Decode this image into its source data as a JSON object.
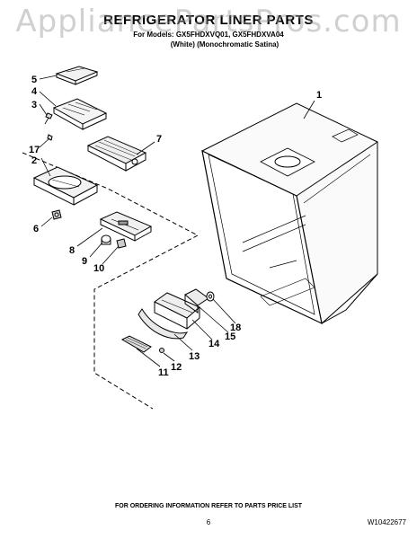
{
  "watermark": "AppliancePartsPros.com",
  "header": {
    "title": "REFRIGERATOR LINER PARTS",
    "models_line": "For Models: GX5FHDXVQ01, GX5FHDXVA04",
    "finish_line": "(White)   (Monochromatic Satina)"
  },
  "callouts": [
    "1",
    "2",
    "3",
    "4",
    "5",
    "6",
    "7",
    "8",
    "9",
    "10",
    "11",
    "12",
    "13",
    "14",
    "15",
    "17",
    "18"
  ],
  "footer": {
    "ordering_note": "FOR ORDERING INFORMATION REFER TO PARTS PRICE LIST",
    "page_number": "6",
    "doc_number": "W10422677"
  }
}
